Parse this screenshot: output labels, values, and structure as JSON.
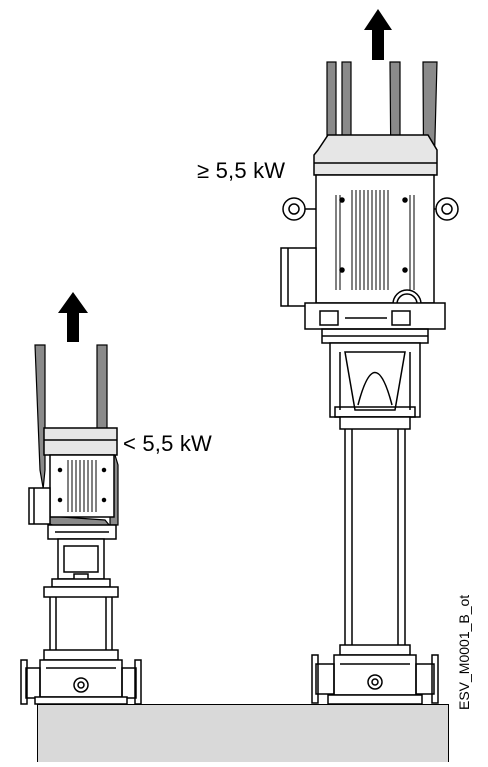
{
  "labels": {
    "large_pump_power": "≥ 5,5 kW",
    "small_pump_power": "< 5,5 kW"
  },
  "document_code": "ESV_M0001_B_ot",
  "icons": {
    "small_lift_arrow": "arrow-up-icon",
    "large_lift_arrow": "arrow-up-icon"
  },
  "colors": {
    "sling": "#8a8a8a",
    "floor": "#d9d9d9",
    "line": "#000000",
    "motor_top": "#e6e6e6"
  }
}
